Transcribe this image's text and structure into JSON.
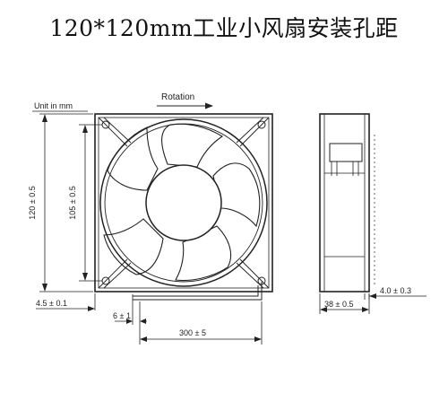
{
  "title": "120*120mm工业小风扇安装孔距",
  "labels": {
    "unit": "Unit in mm",
    "rotation": "Rotation",
    "height_outer": "120 ± 0.5",
    "height_holes": "105 ± 0.5",
    "hole_offset": "4.5 ± 0.1",
    "wire_strip": "6 ± 1",
    "wire_length": "300 ± 5",
    "depth": "38 ± 0.5",
    "flange": "4.0 ± 0.3"
  }
}
